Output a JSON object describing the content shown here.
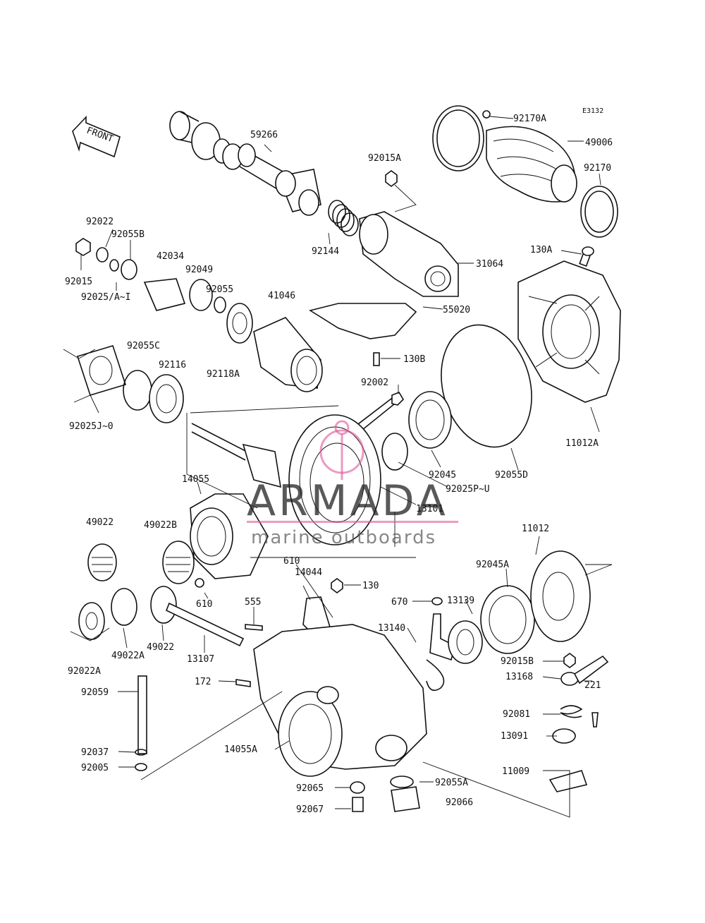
{
  "diagram_code": "E3132",
  "front_label": "FRONT",
  "watermark": {
    "brand": "ARMADA",
    "tagline": "marine outboards",
    "accent": "#e0569a"
  },
  "labels": {
    "p92170A": "92170A",
    "p49006": "49006",
    "p92170": "92170",
    "p59266": "59266",
    "p92015A": "92015A",
    "p92144": "92144",
    "p31064": "31064",
    "p130A": "130A",
    "p92022": "92022",
    "p92055B": "92055B",
    "p92015": "92015",
    "p92025AI": "92025/A~I",
    "p42034": "42034",
    "p92049": "92049",
    "p92055": "92055",
    "p41046": "41046",
    "p55020": "55020",
    "p92118A": "92118A",
    "p130B": "130B",
    "p92055C": "92055C",
    "p92116": "92116",
    "p92025J0": "92025J~0",
    "p92002": "92002",
    "p11012A": "11012A",
    "p92045": "92045",
    "p92055D": "92055D",
    "p92025PU": "92025P~U",
    "p14055": "14055",
    "p13101": "13101",
    "p49022_top": "49022",
    "p49022B": "49022B",
    "p11012": "11012",
    "p92045A": "92045A",
    "p610_top": "610",
    "p14044": "14044",
    "p130": "130",
    "p610": "610",
    "p555": "555",
    "p670": "670",
    "p13139": "13139",
    "p13140": "13140",
    "p92022A": "92022A",
    "p49022A": "49022A",
    "p49022": "49022",
    "p13107": "13107",
    "p92015B": "92015B",
    "p13168": "13168",
    "p221": "221",
    "p172": "172",
    "p92059": "92059",
    "p92081": "92081",
    "p13091": "13091",
    "p92037": "92037",
    "p14055A": "14055A",
    "p92005": "92005",
    "p11009": "11009",
    "p92065": "92065",
    "p92055A": "92055A",
    "p92067": "92067",
    "p92066": "92066"
  }
}
